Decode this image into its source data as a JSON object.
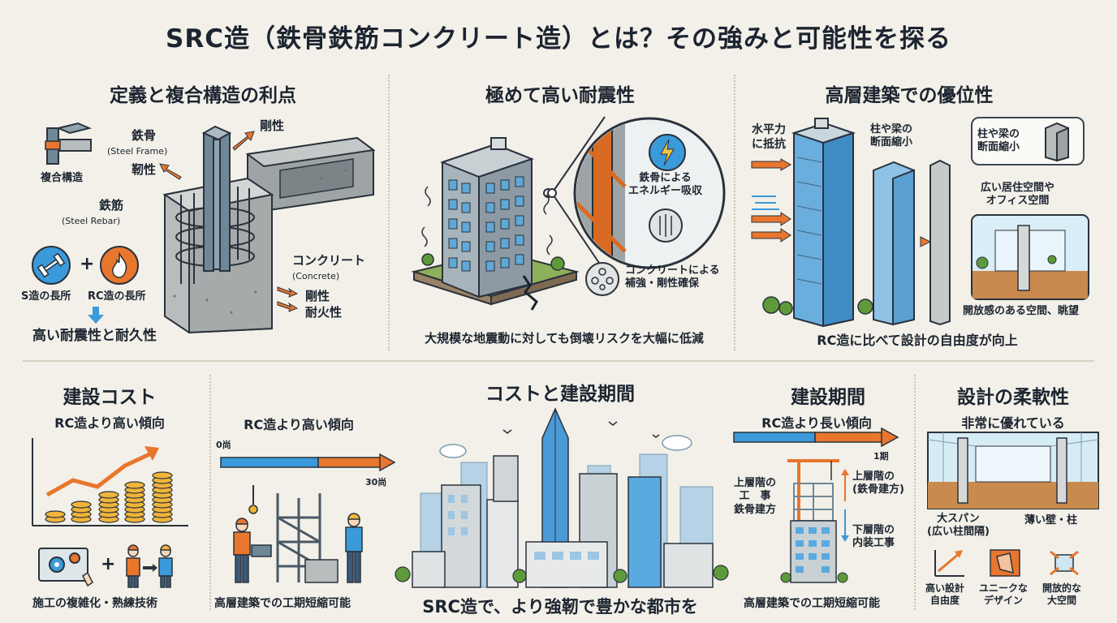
{
  "title": "SRC造（鉄骨鉄筋コンクリート造）とは？その強みと可能性を探る",
  "sec1": {
    "heading": "定義と複合構造の利点",
    "composite_label": "複合構造",
    "steel_frame": "鉄骨",
    "steel_frame_en": "(Steel Frame)",
    "toughness": "靭性",
    "rigidity_top": "剛性",
    "rebar": "鉄筋",
    "rebar_en": "(Steel Rebar)",
    "concrete": "コンクリート",
    "concrete_en": "(Concrete)",
    "rigidity": "剛性",
    "fire_resistance": "耐火性",
    "s_merit": "S造の長所",
    "rc_merit": "RC造の長所",
    "plus": "+",
    "result": "高い耐震性と耐久性"
  },
  "sec2": {
    "heading": "極めて高い耐震性",
    "energy_absorb": "鉄骨による\nエネルギー吸収",
    "concrete_reinforce": "コンクリートによる\n補強・剛性確保",
    "caption": "大規模な地震動に対しても倒壊リスクを大幅に低減"
  },
  "sec3": {
    "heading": "高層建築での優位性",
    "horizontal_force": "水平力\nに抵抗",
    "section_reduce": "柱や梁の\n断面縮小",
    "section_reduce_bubble": "柱や梁の\n断面縮小",
    "wide_space": "広い居住空間や\nオフィス空間",
    "open_space": "開放感のある空間、眺望",
    "caption": "RC造に比べて設計の自由度が向上"
  },
  "sec4": {
    "heading": "建設コスト",
    "sub": "RC造より高い傾向",
    "plus": "+",
    "caption": "施工の複雑化・熟練技術"
  },
  "sec5": {
    "sub": "RC造より高い傾向",
    "start_label": "0尚",
    "end_label": "30尚",
    "caption": "高層建築での工期短縮可能"
  },
  "sec6": {
    "heading": "コストと建設期間",
    "caption": "SRC造で、より強靭で豊かな都市を"
  },
  "sec7": {
    "heading": "建設期間",
    "sub": "RC造より長い傾向",
    "period_label": "1期",
    "upper_work": "上層階の\n工　事\n鉄骨建方",
    "upper_steel": "上層階の\n(鉄骨建方)",
    "lower_interior": "下層階の\n内装工事",
    "caption": "高層建築での工期短縮可能"
  },
  "sec8": {
    "heading": "設計の柔軟性",
    "sub": "非常に優れている",
    "large_span": "大スパン\n(広い柱間隔)",
    "thin_wall": "薄い壁・柱",
    "design_freedom": "高い設計\n自由度",
    "unique_design": "ユニークな\nデザイン",
    "open_space": "開放的な\n大空間"
  },
  "colors": {
    "orange": "#e8762c",
    "blue": "#3b9ad9",
    "steel": "#6f8796",
    "concrete": "#b9bcbc",
    "navy": "#1c2430"
  }
}
